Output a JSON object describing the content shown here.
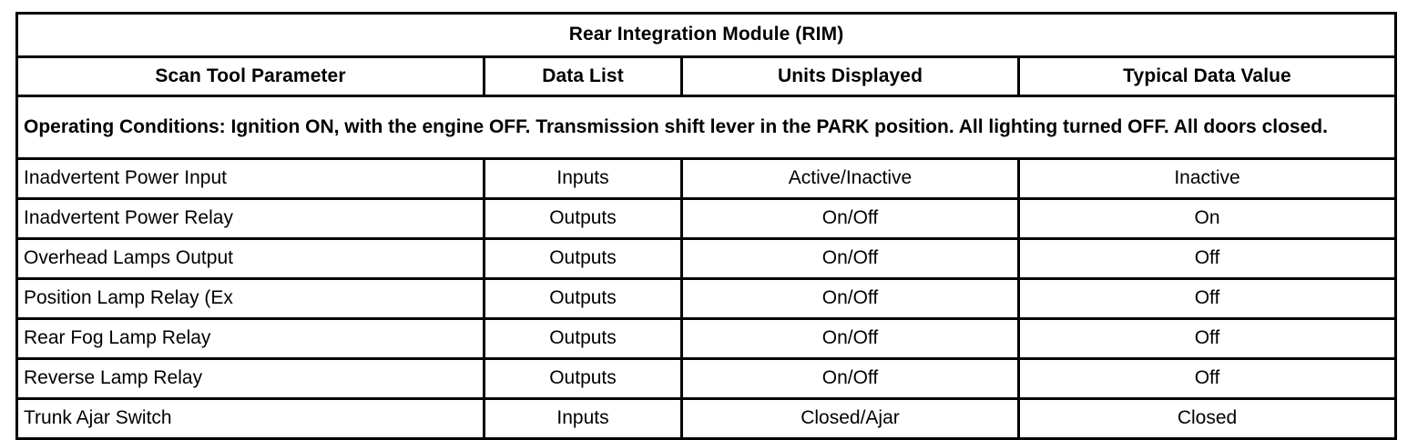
{
  "table": {
    "title": "Rear Integration Module (RIM)",
    "columns": [
      "Scan Tool Parameter",
      "Data List",
      "Units Displayed",
      "Typical Data Value"
    ],
    "operating_conditions": "Operating Conditions: Ignition ON, with the engine OFF. Transmission shift lever in the PARK position. All lighting turned OFF. All doors closed.",
    "rows": [
      {
        "parameter": "Inadvertent Power Input",
        "data_list": "Inputs",
        "units_displayed": "Active/Inactive",
        "typical_data_value": "Inactive"
      },
      {
        "parameter": "Inadvertent Power Relay",
        "data_list": "Outputs",
        "units_displayed": "On/Off",
        "typical_data_value": "On"
      },
      {
        "parameter": "Overhead Lamps Output",
        "data_list": "Outputs",
        "units_displayed": "On/Off",
        "typical_data_value": "Off"
      },
      {
        "parameter": "Position Lamp Relay (Ex",
        "data_list": "Outputs",
        "units_displayed": "On/Off",
        "typical_data_value": "Off"
      },
      {
        "parameter": "Rear Fog Lamp Relay",
        "data_list": "Outputs",
        "units_displayed": "On/Off",
        "typical_data_value": "Off"
      },
      {
        "parameter": "Reverse Lamp Relay",
        "data_list": "Outputs",
        "units_displayed": "On/Off",
        "typical_data_value": "Off"
      },
      {
        "parameter": "Trunk Ajar Switch",
        "data_list": "Inputs",
        "units_displayed": "Closed/Ajar",
        "typical_data_value": "Closed"
      }
    ]
  },
  "colors": {
    "border": "#000000",
    "text": "#000000",
    "background": "#ffffff"
  }
}
